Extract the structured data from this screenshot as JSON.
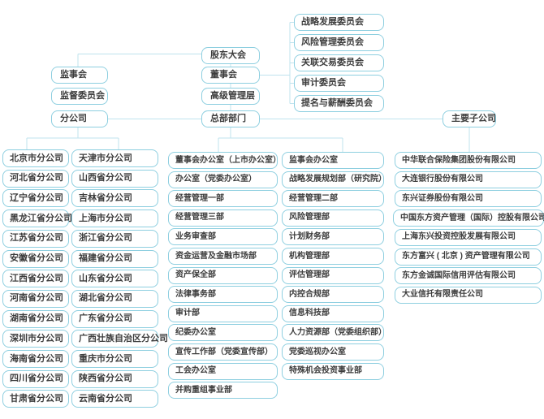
{
  "top": {
    "shareholders_meeting": "股东大会",
    "board_of_directors": "董事会",
    "senior_management": "高级管理层",
    "hq_departments_label": "总部部门",
    "supervisory_board": "监事会",
    "supervision_committee": "监督委员会",
    "branches_label": "分公司",
    "subsidiaries_label": "主要子公司"
  },
  "board_committees": [
    "战略发展委员会",
    "风险管理委员会",
    "关联交易委员会",
    "审计委员会",
    "提名与薪酬委员会"
  ],
  "branches_col1": [
    "北京市分公司",
    "河北省分公司",
    "辽宁省分公司",
    "黑龙江省分公司",
    "江苏省分公司",
    "安徽省分公司",
    "江西省分公司",
    "河南省分公司",
    "湖南省分公司",
    "深圳市分公司",
    "海南省分公司",
    "四川省分公司",
    "甘肃省分公司"
  ],
  "branches_col2": [
    "天津市分公司",
    "山西省分公司",
    "吉林省分公司",
    "上海市分公司",
    "浙江省分公司",
    "福建省分公司",
    "山东省分公司",
    "湖北省分公司",
    "广东省分公司",
    "广西壮族自治区分公司",
    "重庆市分公司",
    "陕西省分公司",
    "云南省分公司"
  ],
  "hq_col1": [
    "董事会办公室（上市办公室）",
    "办公室（党委办公室）",
    "经营管理一部",
    "经营管理三部",
    "业务审查部",
    "资金运营及金融市场部",
    "资产保全部",
    "法律事务部",
    "审计部",
    "纪委办公室",
    "宣传工作部（党委宣传部）",
    "工会办公室",
    "并购重组事业部"
  ],
  "hq_col2": [
    "监事会办公室",
    "战略发展规划部（研究院）",
    "经营管理二部",
    "风险管理部",
    "计划财务部",
    "机构管理部",
    "评估管理部",
    "内控合规部",
    "信息科技部",
    "人力资源部（党委组织部）",
    "党委巡视办公室",
    "特殊机会投资事业部"
  ],
  "subsidiaries": [
    "中华联合保险集团股份有限公司",
    "大连银行股份有限公司",
    "东兴证券股份有限公司",
    "中国东方资产管理（国际）控股有限公司",
    "上海东兴投资控股发展有限公司",
    "东方富兴 ( 北京 ) 资产管理有限公司",
    "东方金诚国际信用评估有限公司",
    "大业信托有限责任公司"
  ],
  "colors": {
    "box_border": "#8ecfe0",
    "connector": "#bfe3ee",
    "text": "#3c3c3c",
    "background": "#ffffff"
  }
}
